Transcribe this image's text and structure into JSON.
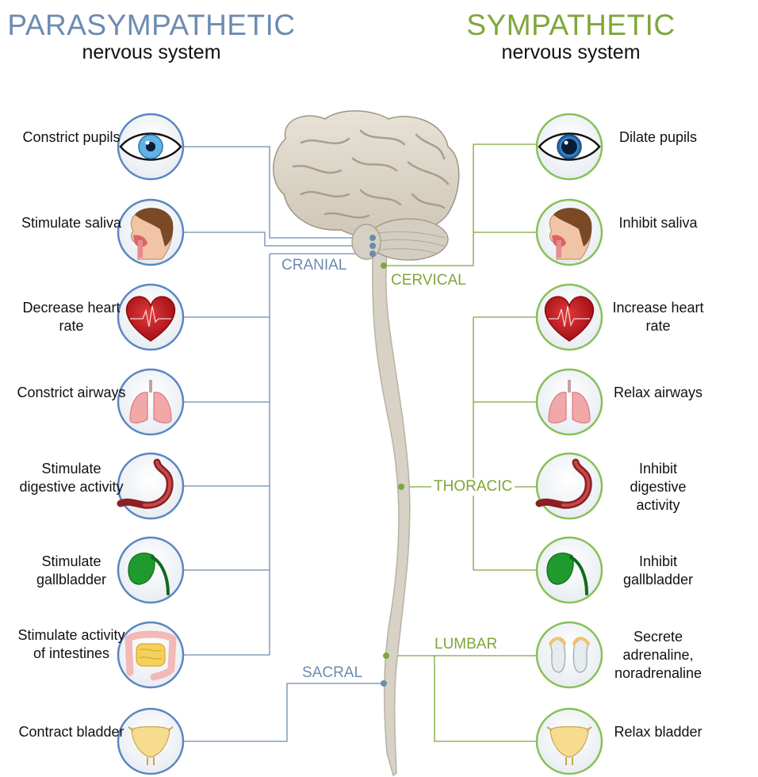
{
  "parasympathetic": {
    "title": "PARASYMPATHETIC",
    "subtitle": "nervous system",
    "items": [
      {
        "label": "Constrict pupils",
        "icon": "eye-icon"
      },
      {
        "label": "Stimulate saliva",
        "icon": "head-saliva-icon"
      },
      {
        "label": "Decrease heart rate",
        "icon": "heart-icon"
      },
      {
        "label": "Constrict airways",
        "icon": "lungs-icon"
      },
      {
        "label": "Stimulate digestive activity",
        "icon": "stomach-icon"
      },
      {
        "label": "Stimulate gallbladder",
        "icon": "gallbladder-icon"
      },
      {
        "label": "Stimulate activity of intestines",
        "icon": "intestines-icon"
      },
      {
        "label": "Contract bladder",
        "icon": "bladder-icon"
      }
    ]
  },
  "sympathetic": {
    "title": "SYMPATHETIC",
    "subtitle": "nervous system",
    "items": [
      {
        "label": "Dilate pupils",
        "icon": "eye-icon"
      },
      {
        "label": "Inhibit saliva",
        "icon": "head-saliva-icon"
      },
      {
        "label": "Increase heart rate",
        "icon": "heart-icon"
      },
      {
        "label": "Relax airways",
        "icon": "lungs-icon"
      },
      {
        "label": "Inhibit digestive activity",
        "icon": "stomach-icon"
      },
      {
        "label": "Inhibit gallbladder",
        "icon": "gallbladder-icon"
      },
      {
        "label": "Secrete adrenaline, noradrenaline",
        "icon": "adrenal-glands-icon"
      },
      {
        "label": "Relax bladder",
        "icon": "bladder-icon"
      }
    ]
  },
  "segments": {
    "cranial": "CRANIAL",
    "cervical": "CERVICAL",
    "thoracic": "THORACIC",
    "lumbar": "LUMBAR",
    "sacral": "SACRAL"
  },
  "colors": {
    "parasympathetic": "#6c8bb0",
    "sympathetic": "#7ea63a"
  }
}
